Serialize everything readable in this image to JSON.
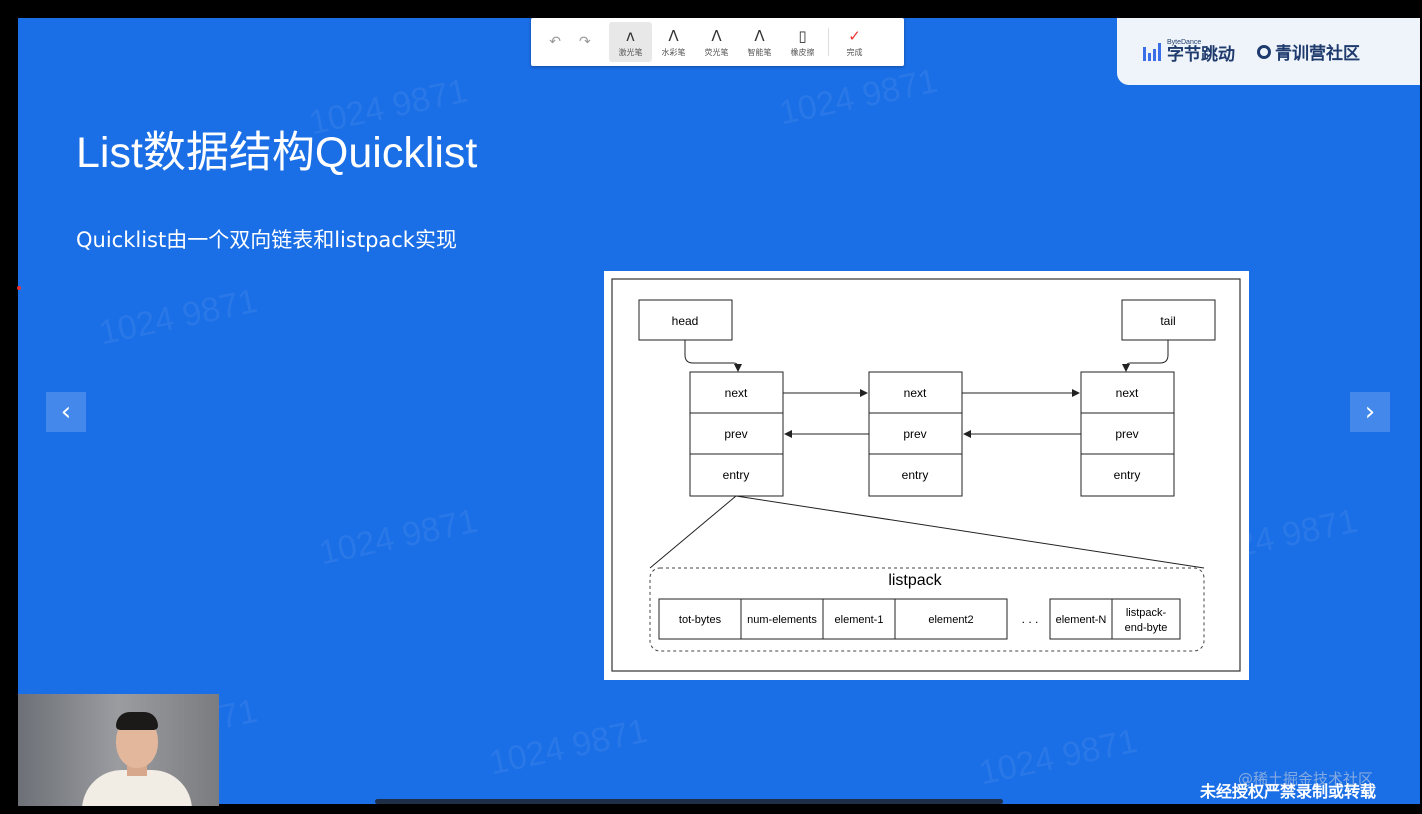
{
  "toolbar": {
    "tools": [
      {
        "label": "激光笔",
        "icon": "laser-pen-icon"
      },
      {
        "label": "水彩笔",
        "icon": "watercolor-pen-icon"
      },
      {
        "label": "荧光笔",
        "icon": "highlighter-icon"
      },
      {
        "label": "智能笔",
        "icon": "smart-pen-icon"
      },
      {
        "label": "橡皮擦",
        "icon": "eraser-icon"
      }
    ],
    "done_label": "完成"
  },
  "brand": {
    "bytedance_small": "ByteDance",
    "bytedance_name": "字节跳动",
    "camp_name": "青训营社区"
  },
  "slide": {
    "title": "List数据结构Quicklist",
    "subtitle": "Quicklist由一个双向链表和listpack实现",
    "watermark_number": "1024 9871"
  },
  "diagram": {
    "head_label": "head",
    "tail_label": "tail",
    "node_fields": [
      "next",
      "prev",
      "entry"
    ],
    "listpack_title": "listpack",
    "listpack_cells": [
      "tot-bytes",
      "num-elements",
      "element-1",
      "element2",
      "element-N"
    ],
    "listpack_end_line1": "listpack-",
    "listpack_end_line2": "end-byte",
    "ellipsis": ". . ."
  },
  "footer": {
    "copyright_notice": "未经授权严禁录制或转载",
    "juejin_mark": "@稀土掘金技术社区"
  },
  "colors": {
    "slide_bg": "#1a6ee6",
    "brand_dark": "#1f3b6e",
    "brand_accent": "#3b6fe8"
  }
}
